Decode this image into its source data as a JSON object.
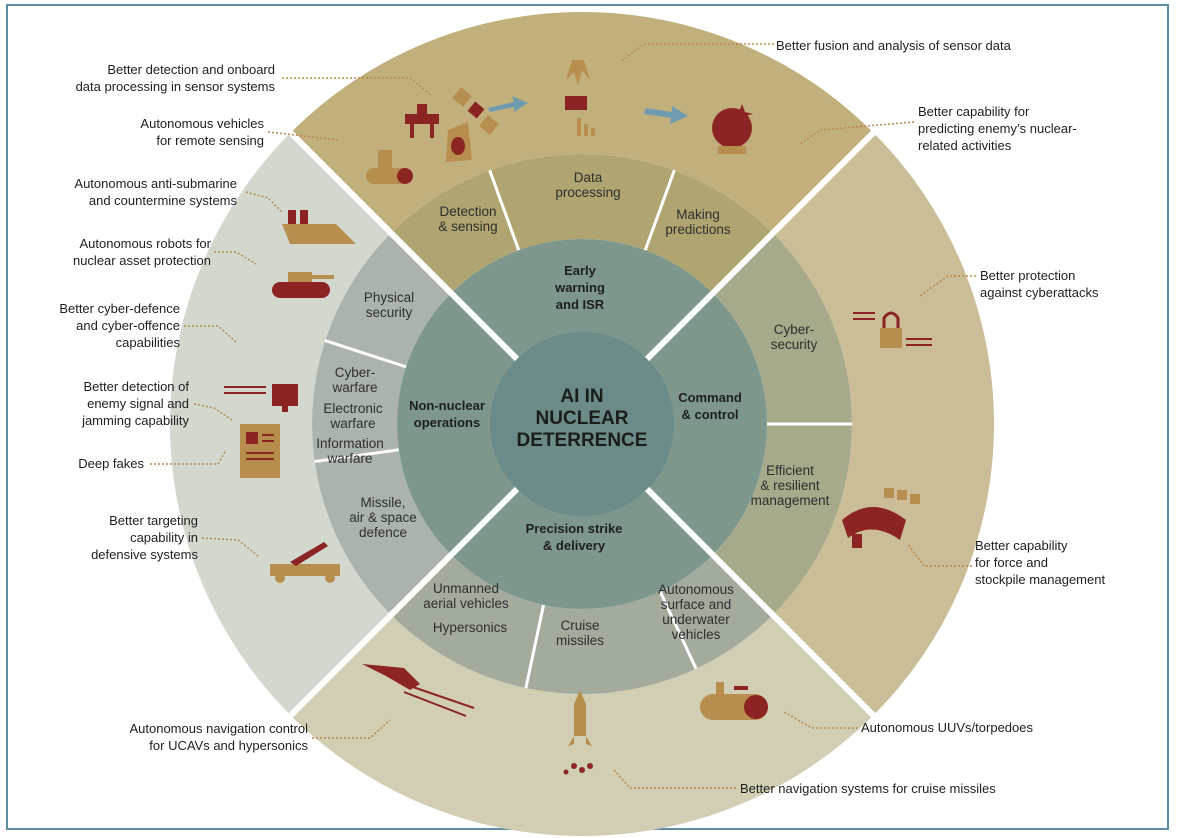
{
  "center": {
    "lines": [
      "AI IN",
      "NUCLEAR",
      "DETERRENCE"
    ]
  },
  "inner_ring": [
    {
      "lines": [
        "Early",
        "warning",
        "and ISR"
      ]
    },
    {
      "lines": [
        "Command",
        "& control"
      ]
    },
    {
      "lines": [
        "Precision strike",
        "& delivery"
      ]
    },
    {
      "lines": [
        "Non-nuclear",
        "operations"
      ]
    }
  ],
  "middle_ring": [
    {
      "lines": [
        "Detection",
        "& sensing"
      ]
    },
    {
      "lines": [
        "Data",
        "processing"
      ]
    },
    {
      "lines": [
        "Making",
        "predictions"
      ]
    },
    {
      "lines": [
        "Cyber-",
        "security"
      ]
    },
    {
      "lines": [
        "Efficient",
        "& resilient",
        "management"
      ]
    },
    {
      "lines": [
        "Autonomous",
        "surface and",
        "underwater",
        "vehicles"
      ]
    },
    {
      "lines": [
        "Cruise",
        "missiles"
      ]
    },
    {
      "lines": [
        "Unmanned",
        "aerial vehicles"
      ]
    },
    {
      "lines": [
        "Hypersonics"
      ]
    },
    {
      "lines": [
        "Missile,",
        "air & space",
        "defence"
      ]
    },
    {
      "lines": [
        "Information",
        "warfare"
      ]
    },
    {
      "lines": [
        "Electronic",
        "warfare"
      ]
    },
    {
      "lines": [
        "Cyber-",
        "warfare"
      ]
    },
    {
      "lines": [
        "Physical",
        "security"
      ]
    }
  ],
  "outer_captions": {
    "left": [
      {
        "lines": [
          "Better detection and onboard",
          "data processing in sensor systems"
        ]
      },
      {
        "lines": [
          "Autonomous vehicles",
          "for remote sensing"
        ]
      },
      {
        "lines": [
          "Autonomous anti-submarine",
          "and countermine systems"
        ]
      },
      {
        "lines": [
          "Autonomous robots for",
          "nuclear asset protection"
        ]
      },
      {
        "lines": [
          "Better cyber-defence",
          "and cyber-offence",
          "capabilities"
        ]
      },
      {
        "lines": [
          "Better detection of",
          "enemy signal and",
          "jamming capability"
        ]
      },
      {
        "lines": [
          "Deep fakes"
        ]
      },
      {
        "lines": [
          "Better targeting",
          "capability in",
          "defensive systems"
        ]
      },
      {
        "lines": [
          "Autonomous navigation control",
          "for UCAVs and hypersonics"
        ]
      }
    ],
    "right": [
      {
        "lines": [
          "Better fusion and analysis of sensor data"
        ]
      },
      {
        "lines": [
          "Better capability for",
          "predicting enemy’s nuclear-",
          "related activities"
        ]
      },
      {
        "lines": [
          "Better protection",
          "against cyberattacks"
        ]
      },
      {
        "lines": [
          "Better capability",
          "for force and",
          "stockpile management"
        ]
      },
      {
        "lines": [
          "Autonomous UUVs/torpedoes"
        ]
      },
      {
        "lines": [
          "Better navigation systems for cruise missiles"
        ]
      }
    ]
  },
  "colors": {
    "outer_top": "#c2b07c",
    "outer_right": "#cbbd97",
    "outer_bottom": "#d2ceb4",
    "outer_left": "#d3d8cf",
    "middle_top": "#b0a571",
    "middle_right": "#a6a98a",
    "middle_bottom": "#a3ab9d",
    "middle_left": "#aab4ac",
    "inner": "#7e978c",
    "core": "#6b8b89",
    "icon": "#b78e4e",
    "icon_dark": "#8b2423",
    "leader": "#b8874a"
  }
}
